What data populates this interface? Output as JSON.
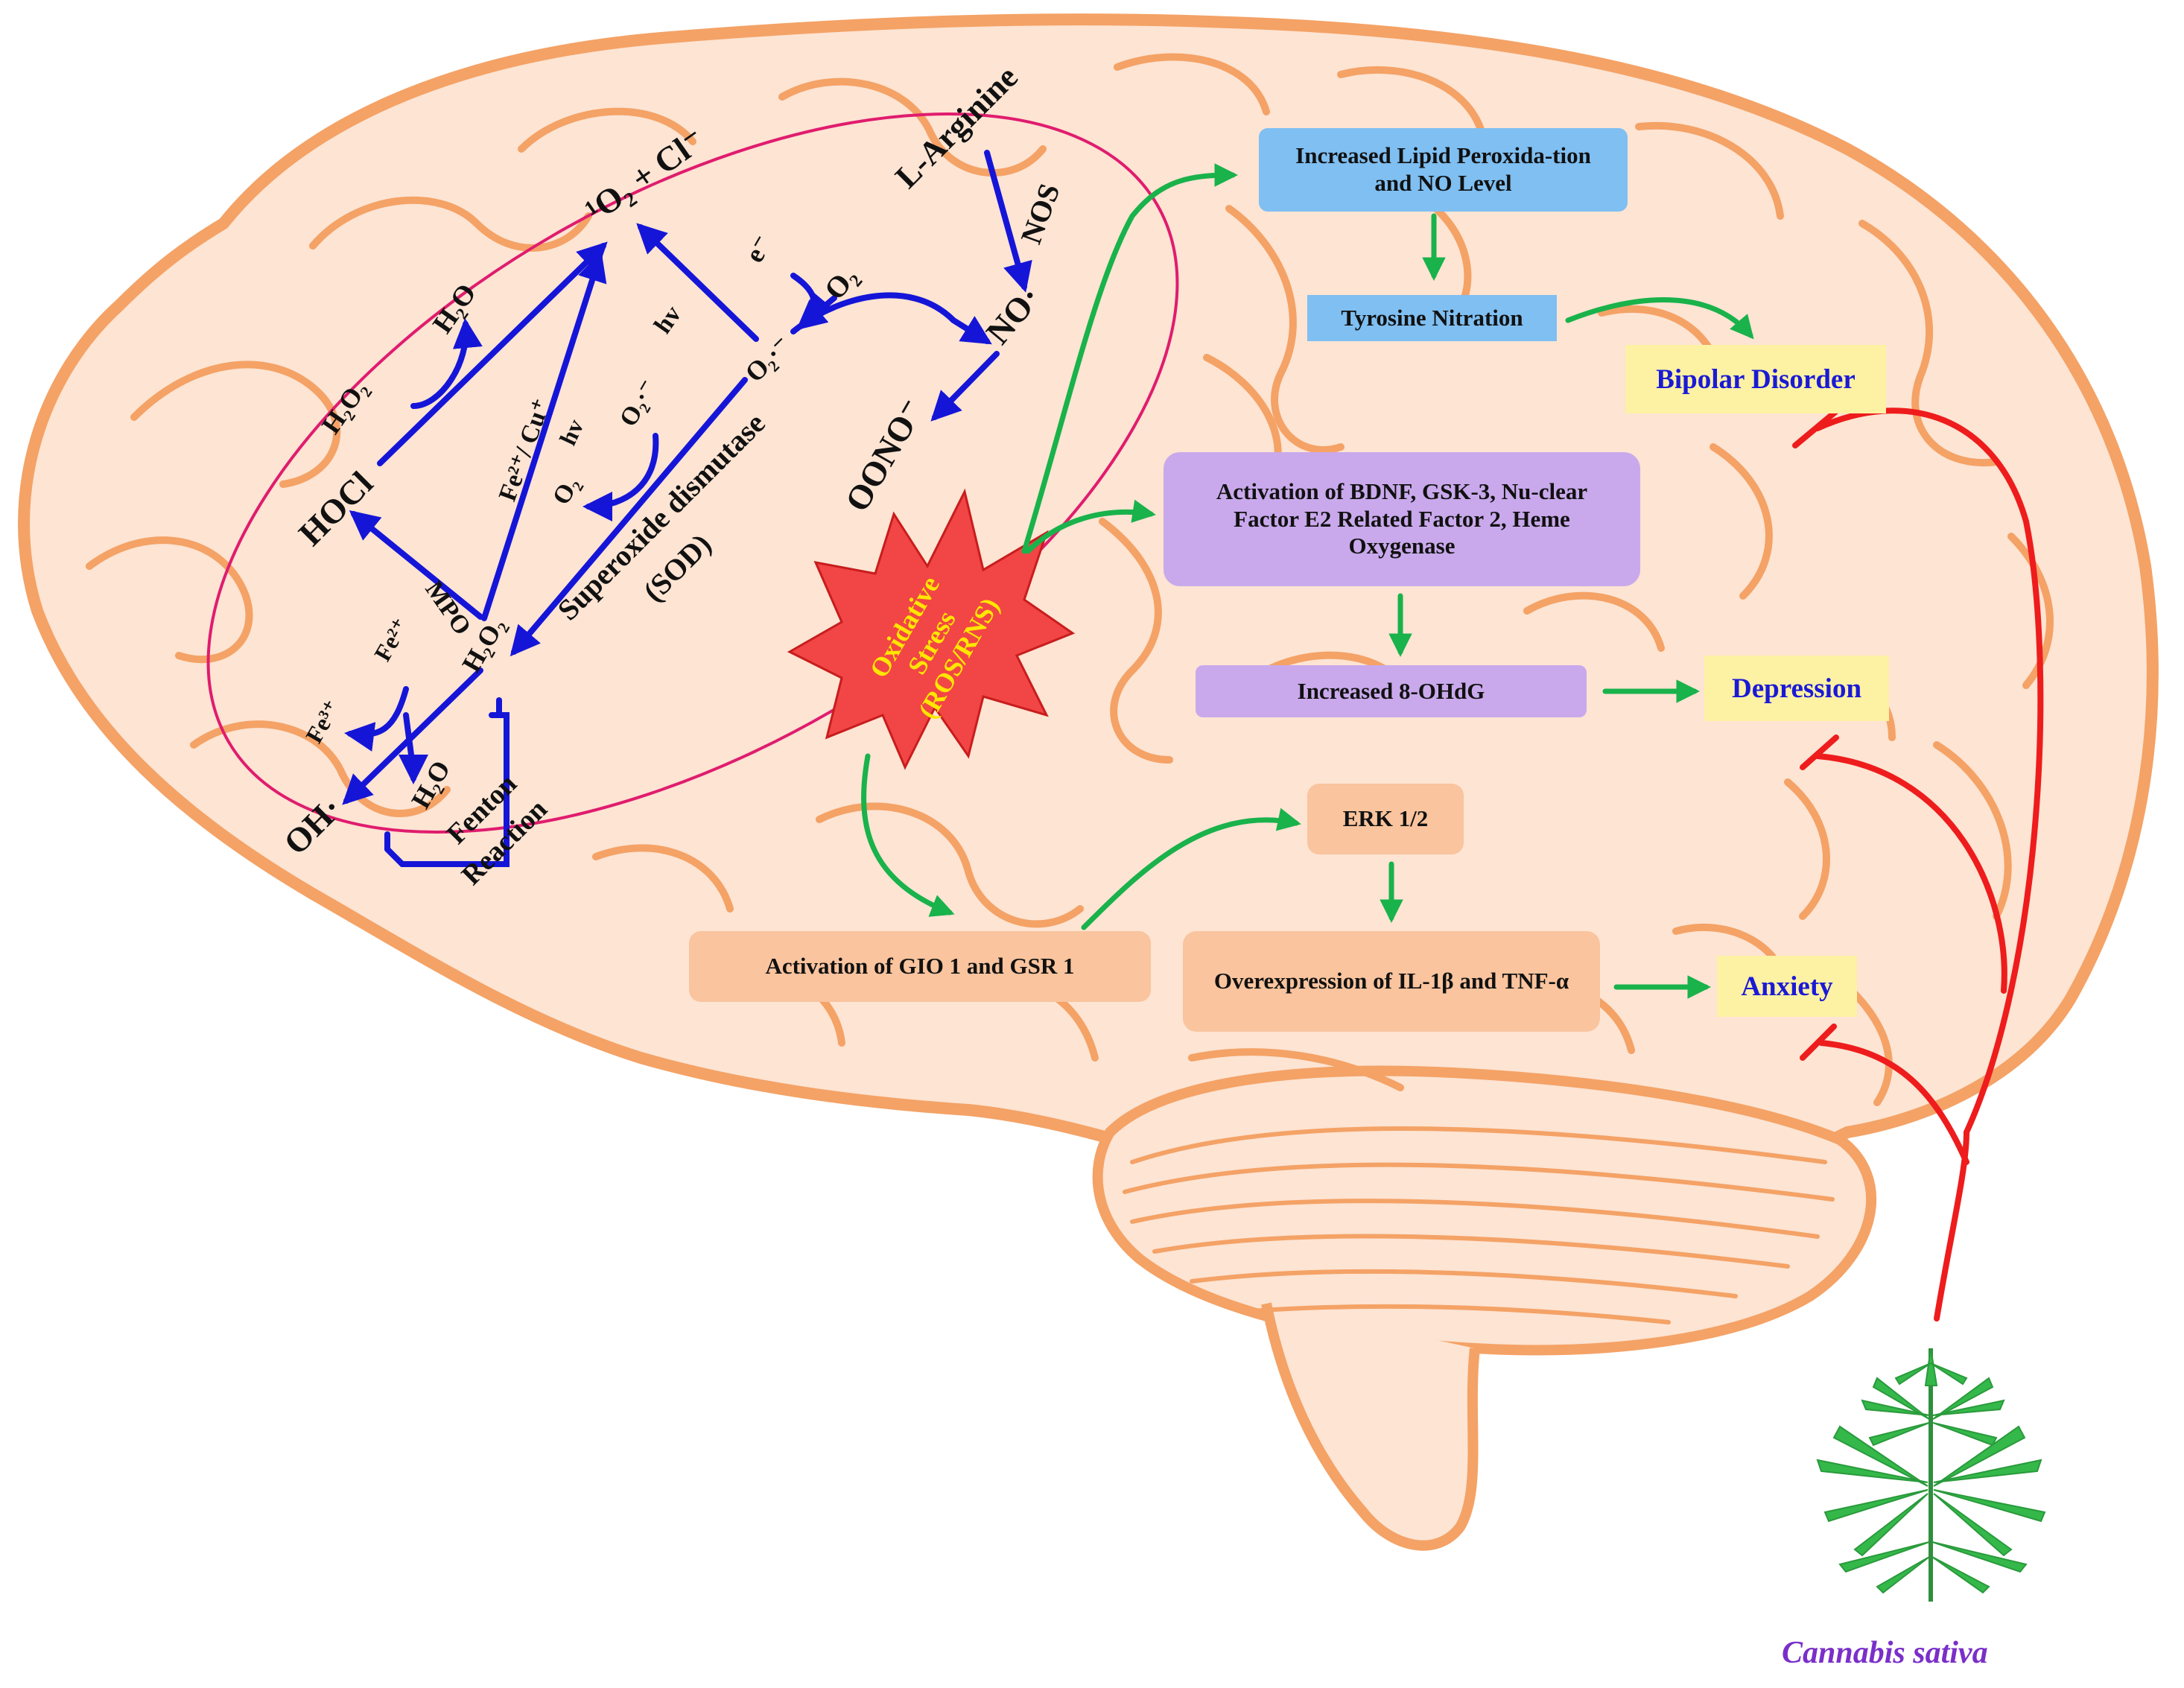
{
  "colors": {
    "brain_fill": "#fde4d3",
    "brain_stroke": "#f4a266",
    "ellipse": "#e01c6e",
    "reaction_arrow": "#1515d8",
    "pathway_arrow": "#19b24b",
    "inhibit": "#ee1c1c",
    "box_blue": "#7fbff2",
    "box_purple": "#c9a9ec",
    "box_peach": "#f9c49e",
    "disorder_bg": "#fdf1a4",
    "disorder_text": "#1a1ad6",
    "starburst": "#f24545",
    "star_text": "#ffe600",
    "plant": "#35b84a",
    "plant_label": "#7a2fc9"
  },
  "chemistry": {
    "singlet_oxygen": "¹O₂ + Cl⁻",
    "l_arginine": "L-Arginine",
    "nos": "NOS",
    "electron": "e⁻",
    "o2": "O₂",
    "hv_top": "hv",
    "water_top": "H₂O",
    "o2_radical_center": "O₂·⁻",
    "no_radical": "NO·",
    "h2o2_top": "H₂O₂",
    "fe_cu": "Fe²⁺/ Cu⁺",
    "hv_mid": "hv",
    "o2_radical_left": "O₂·⁻",
    "o2_small": "O₂",
    "sod": "Superoxide dismutase",
    "sod_abbr": "(SOD)",
    "peroxynitrite": "OONO⁻",
    "hocl": "HOCl",
    "mpo": "MPO",
    "h2o2_bottom": "H₂O₂",
    "fe2": "Fe²⁺",
    "fe3": "Fe³⁺",
    "water_bottom": "H₂O",
    "hydroxyl": "OH·",
    "fenton_1": "Fenton",
    "fenton_2": "Reaction"
  },
  "stress": {
    "line1": "Oxidative",
    "line2": "Stress",
    "line3": "(ROS/RNS)"
  },
  "boxes": {
    "lipid": "Increased Lipid Peroxida-tion and NO Level",
    "tyrosine": "Tyrosine Nitration",
    "bdnf": "Activation of BDNF, GSK-3, Nu-clear Factor E2 Related Factor 2, Heme Oxygenase",
    "ohdg": "Increased 8-OHdG",
    "erk": "ERK 1/2",
    "gio": "Activation of GIO 1 and GSR 1",
    "il": "Overexpression of IL-1β and TNF-α"
  },
  "disorders": {
    "bipolar": "Bipolar Disorder",
    "depression": "Depression",
    "anxiety": "Anxiety"
  },
  "plant": {
    "name": "Cannabis sativa"
  }
}
